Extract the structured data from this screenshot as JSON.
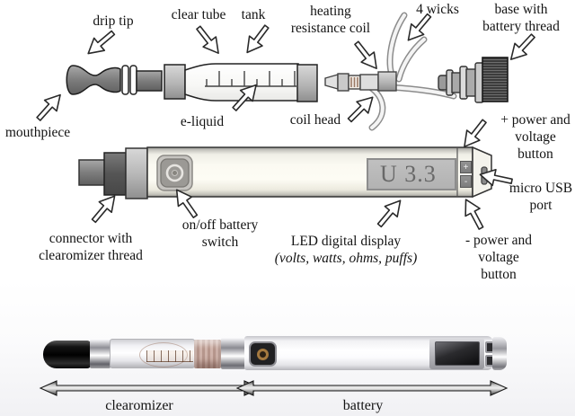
{
  "colors": {
    "label_text": "#131313",
    "display_background": "#b5b5b5",
    "display_text": "#686868",
    "knurl_dark": "#3c3c3c"
  },
  "icons": {
    "power_switch": "power-ring",
    "usb_port": "usb-slot"
  },
  "top_diagram": {
    "labels": {
      "drip_tip": "drip tip",
      "clear_tube": "clear tube",
      "tank": "tank",
      "heating_coil": [
        "heating",
        "resistance coil"
      ],
      "four_wicks": "4 wicks",
      "base": [
        "base with",
        "battery thread"
      ],
      "mouthpiece": "mouthpiece",
      "e_liquid": "e-liquid",
      "coil_head": "coil head"
    }
  },
  "battery_diagram": {
    "display_value": "U 3.3",
    "plus_button": "+",
    "minus_button": "-",
    "labels": {
      "connector": [
        "connector with",
        "clearomizer thread"
      ],
      "on_off_switch": [
        "on/off battery",
        "switch"
      ],
      "led_display": [
        "LED digital display",
        "(volts, watts, ohms, puffs)"
      ],
      "plus_power": [
        "+ power and",
        "voltage",
        "button"
      ],
      "micro_usb": [
        "micro USB",
        "port"
      ],
      "minus_power": [
        "- power and",
        "voltage",
        "button"
      ]
    }
  },
  "photo_section": {
    "labels": {
      "clearomizer": "clearomizer",
      "battery": "battery"
    }
  }
}
